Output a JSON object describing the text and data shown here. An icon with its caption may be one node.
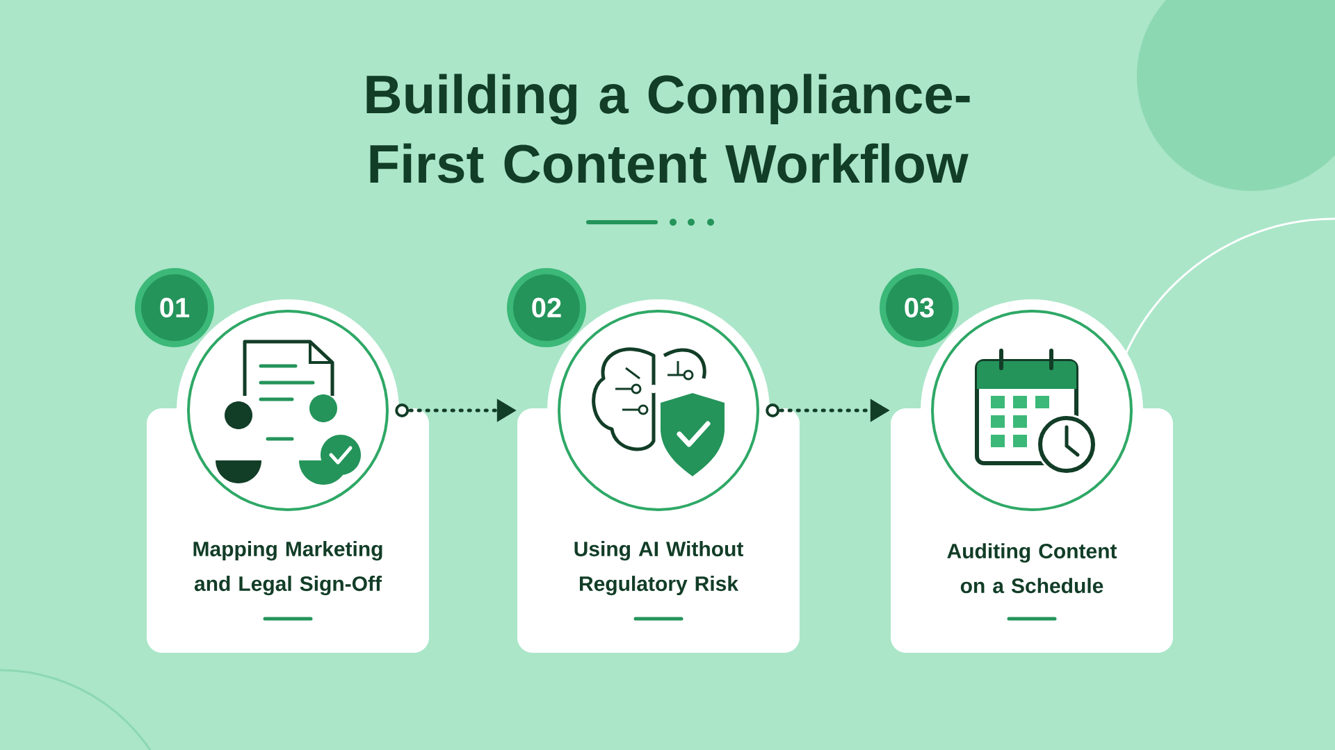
{
  "diagram": {
    "title": "Building a Compliance-First Content Workflow",
    "nodes": [
      {
        "text": [
          "Mapping Marketing and Legal Sign-Off"
        ]
      },
      {
        "text": [
          "01"
        ]
      },
      {
        "text": [
          "Using AI Without Regulatory Risk"
        ]
      },
      {
        "text": [
          "02"
        ]
      },
      {
        "text": [
          "Auditing Content on a Schedule"
        ]
      },
      {
        "text": [
          "03"
        ]
      }
    ],
    "edges": [
      {
        "from": 0,
        "to": 2,
        "arrow": "to",
        "style": "dashed"
      },
      {
        "from": 2,
        "to": 4,
        "arrow": "to",
        "style": "dashed"
      }
    ]
  }
}
